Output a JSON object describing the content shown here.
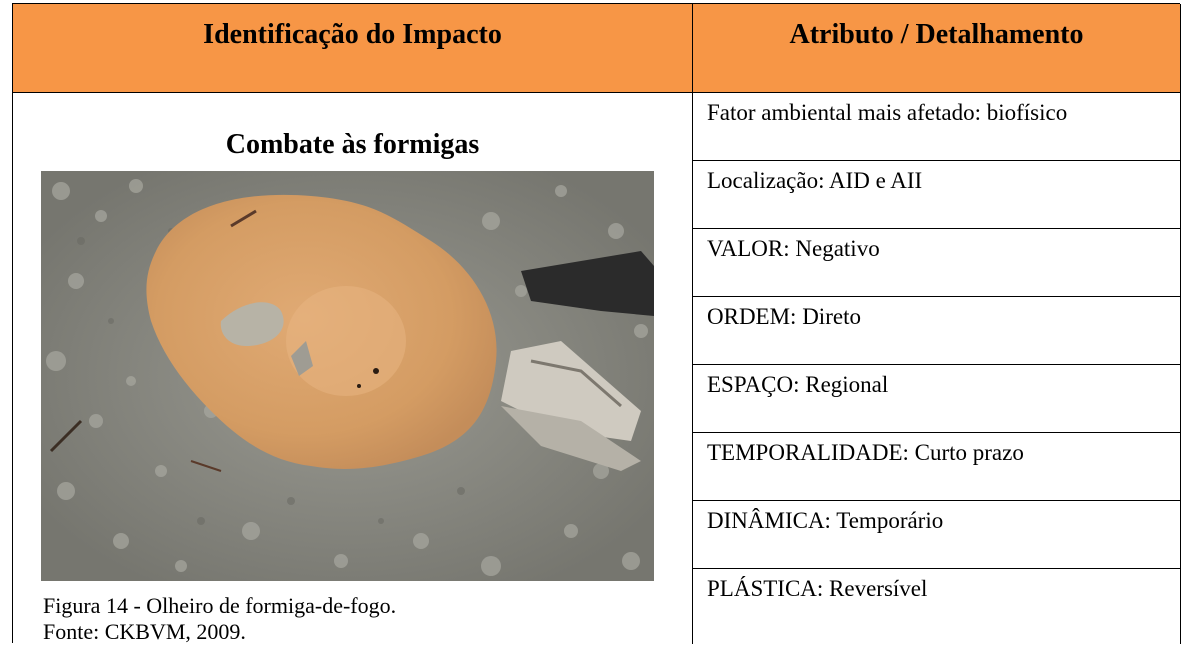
{
  "header": {
    "left": "Identificação do Impacto",
    "right": "Atributo / Detalhamento"
  },
  "impact": {
    "title": "Combate às formigas",
    "caption_line1": "Figura 14 - Olheiro de formiga-de-fogo.",
    "caption_line2": "Fonte: CKBVM, 2009."
  },
  "attributes": [
    "Fator ambiental mais afetado: biofísico",
    "Localização: AID e AII",
    "VALOR: Negativo",
    "ORDEM: Direto",
    "ESPAÇO: Regional",
    "TEMPORALIDADE: Curto prazo",
    "DINÂMICA: Temporário",
    "PLÁSTICA: Reversível"
  ],
  "colors": {
    "header_bg": "#f79646",
    "border": "#000000"
  }
}
